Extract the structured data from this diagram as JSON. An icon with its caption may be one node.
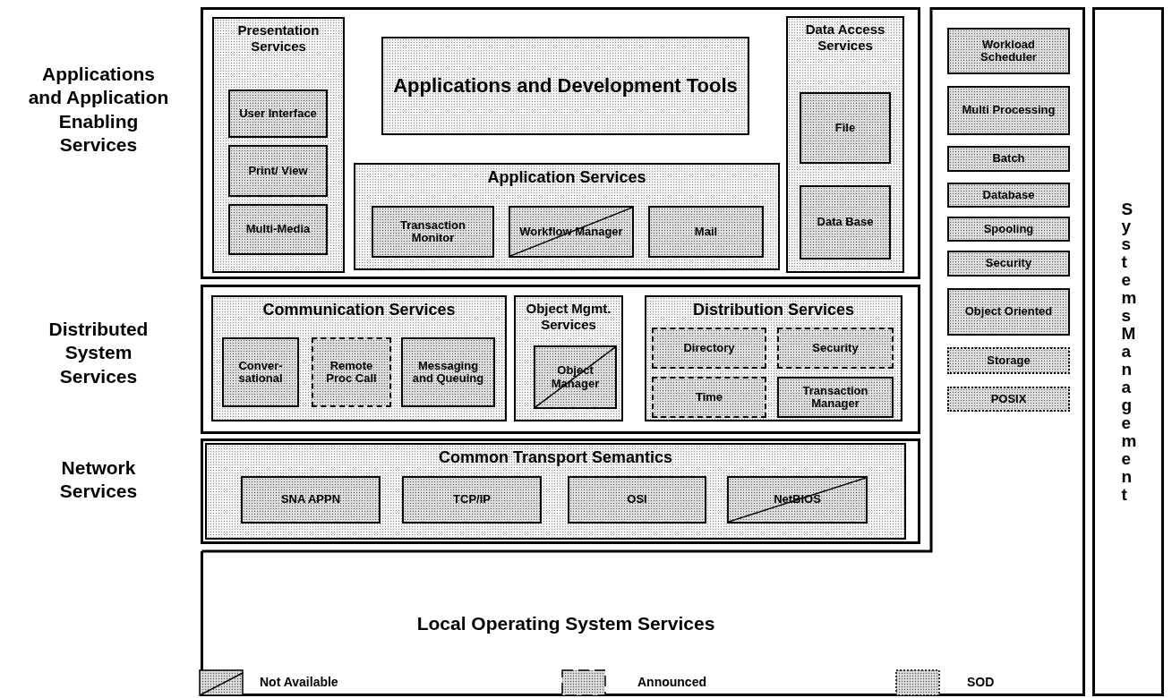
{
  "diagram": {
    "nodes": [
      {
        "text": [],
        "shape": "box"
      },
      {
        "text": [
          "Presentation Services"
        ],
        "in": 0
      },
      {
        "text": [
          "User Interface"
        ],
        "in": 1
      },
      {
        "text": [
          "Print/ View"
        ],
        "in": 1
      },
      {
        "text": [
          "Multi-Media"
        ],
        "in": 1
      },
      {
        "text": [
          "Applications and Development Tools"
        ],
        "in": 0
      },
      {
        "text": [
          "Application Services"
        ],
        "in": 0
      },
      {
        "text": [
          "Transaction Monitor"
        ],
        "in": 6
      },
      {
        "text": [
          "Workflow Manager"
        ],
        "in": 6
      },
      {
        "text": [
          "Mail"
        ],
        "in": 6
      },
      {
        "text": [
          "Data Access Services"
        ],
        "in": 0
      },
      {
        "text": [
          "File"
        ],
        "in": 10
      },
      {
        "text": [
          "Data Base"
        ],
        "in": 10
      },
      {
        "text": [],
        "shape": "box"
      },
      {
        "text": [
          "Communication Services"
        ],
        "in": 13
      },
      {
        "text": [
          "Conver-sational"
        ],
        "in": 14
      },
      {
        "text": [
          "Remote Proc Call"
        ],
        "in": 14
      },
      {
        "text": [
          "Messaging and Queuing"
        ],
        "in": 14
      },
      {
        "text": [
          "Object Mgmt. Services"
        ],
        "in": 13
      },
      {
        "text": [
          "Object Manager"
        ],
        "in": 18
      },
      {
        "text": [
          "Distribution Services"
        ],
        "in": 13
      },
      {
        "text": [
          "Directory"
        ],
        "in": 20
      },
      {
        "text": [
          "Security"
        ],
        "in": 20
      },
      {
        "text": [
          "Time"
        ],
        "in": 20
      },
      {
        "text": [
          "Transaction Manager"
        ],
        "in": 20
      },
      {
        "text": [],
        "shape": "box"
      },
      {
        "text": [
          "Common Transport Semantics"
        ],
        "in": 25
      },
      {
        "text": [
          "SNA APPN"
        ],
        "in": 26
      },
      {
        "text": [
          "TCP/IP"
        ],
        "in": 26
      },
      {
        "text": [
          "OSI"
        ],
        "in": 26
      },
      {
        "text": [
          "NetBIOS"
        ],
        "in": 26
      },
      {
        "text": [
          "Local Operating System Services"
        ]
      },
      {
        "text": [
          "Workload Scheduler"
        ],
        "in": 31
      },
      {
        "text": [
          "Multi Processing"
        ],
        "in": 31
      },
      {
        "text": [
          "Batch"
        ],
        "in": 31
      },
      {
        "text": [
          "Database"
        ],
        "in": 31
      },
      {
        "text": [
          "Spooling"
        ],
        "in": 31
      },
      {
        "text": [
          "Security"
        ],
        "in": 31
      },
      {
        "text": [
          "Object Oriented"
        ],
        "in": 31
      },
      {
        "text": [
          "Storage"
        ],
        "in": 31
      },
      {
        "text": [
          "POSIX"
        ],
        "in": 31
      },
      {
        "text": [
          "Systems Management"
        ]
      }
    ],
    "labels": [
      "Applications and Application Enabling Services",
      "Distributed System Services",
      "Network Services"
    ],
    "legend": [
      {
        "text": "Not Available"
      },
      {
        "text": "Announced"
      },
      {
        "text": "SOD"
      }
    ]
  }
}
